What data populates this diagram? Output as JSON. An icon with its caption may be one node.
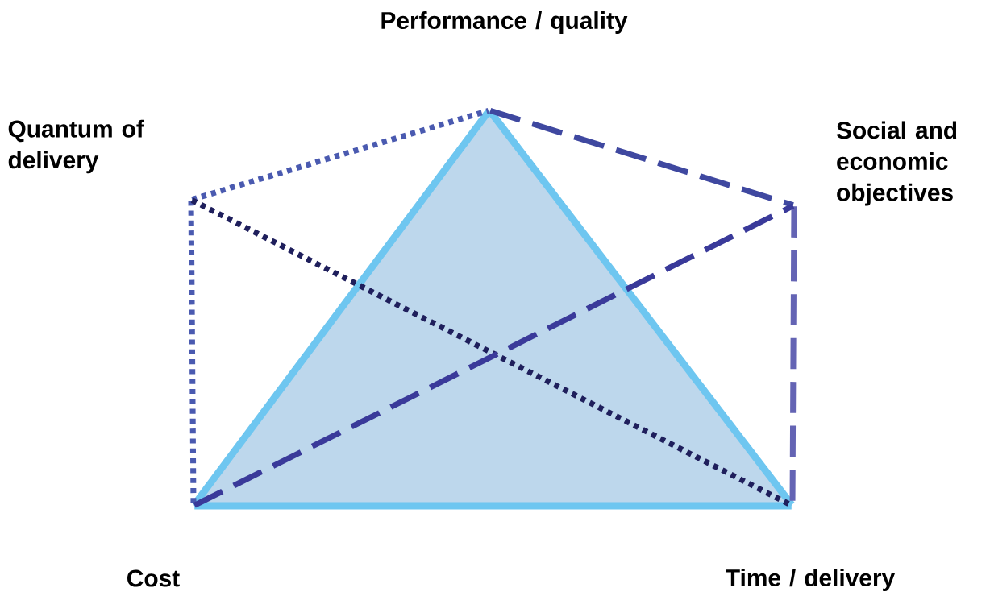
{
  "diagram": {
    "nodes": [
      {
        "text": [
          "Performance / quality"
        ]
      },
      {
        "text": [
          "Quantum of delivery"
        ]
      },
      {
        "text": [
          "Social and economic objectives"
        ]
      },
      {
        "text": [
          "Cost"
        ]
      },
      {
        "text": [
          "Time / delivery"
        ]
      }
    ],
    "edges": [
      {
        "from": 3,
        "to": 0,
        "arrow": "none",
        "color": "#6ec6f0"
      },
      {
        "from": 0,
        "to": 4,
        "arrow": "none",
        "color": "#6ec6f0"
      },
      {
        "from": 3,
        "to": 4,
        "arrow": "none",
        "color": "#6ec6f0"
      },
      {
        "from": 1,
        "to": 0,
        "arrow": "none",
        "style": "dashed",
        "color": "#4a5ab0"
      },
      {
        "from": 1,
        "to": 3,
        "arrow": "none",
        "style": "dashed",
        "color": "#4a5ab0"
      },
      {
        "from": 1,
        "to": 4,
        "arrow": "none",
        "style": "dashed",
        "color": "#1f1f5c"
      },
      {
        "from": 0,
        "to": 2,
        "arrow": "none",
        "style": "dashed",
        "color": "#3f48a0"
      },
      {
        "from": 2,
        "to": 4,
        "arrow": "none",
        "style": "dashed",
        "color": "#6464b4"
      },
      {
        "from": 3,
        "to": 2,
        "arrow": "none",
        "style": "dashed",
        "color": "#3a3a9a"
      }
    ]
  }
}
